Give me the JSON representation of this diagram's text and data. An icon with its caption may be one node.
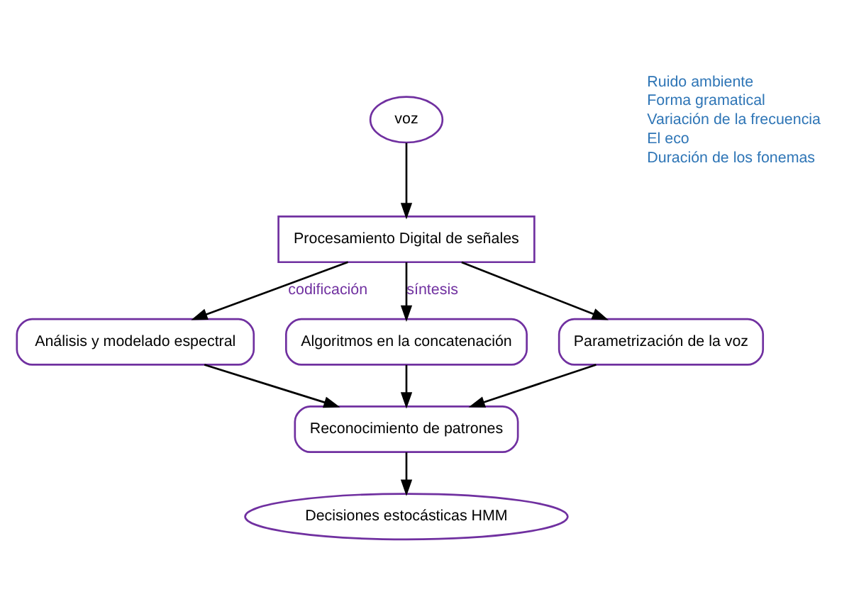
{
  "diagram": {
    "nodes": [
      {
        "text": [
          "voz"
        ]
      },
      {
        "text": [
          "Procesamiento Digital de señales"
        ]
      },
      {
        "text": [
          "Análisis y modelado espectral"
        ]
      },
      {
        "text": [
          "Algoritmos en la concatenación"
        ]
      },
      {
        "text": [
          "Parametrización de la voz"
        ]
      },
      {
        "text": [
          "Reconocimiento de patrones"
        ]
      },
      {
        "text": [
          "Decisiones estocásticas HMM"
        ]
      }
    ],
    "edges": [
      {
        "from": 0,
        "to": 1,
        "arrow": "to"
      },
      {
        "from": 1,
        "to": 2,
        "arrow": "to",
        "label": "codificación"
      },
      {
        "from": 1,
        "to": 3,
        "arrow": "to",
        "label": "síntesis"
      },
      {
        "from": 1,
        "to": 4,
        "arrow": "to"
      },
      {
        "from": 2,
        "to": 5,
        "arrow": "to"
      },
      {
        "from": 3,
        "to": 5,
        "arrow": "to"
      },
      {
        "from": 4,
        "to": 5,
        "arrow": "to"
      },
      {
        "from": 5,
        "to": 6,
        "arrow": "to"
      }
    ],
    "labels": [
      "Ruido ambiente",
      "Forma gramatical",
      "Variación de la frecuencia",
      "El eco",
      "Duración de los fonemas"
    ]
  }
}
